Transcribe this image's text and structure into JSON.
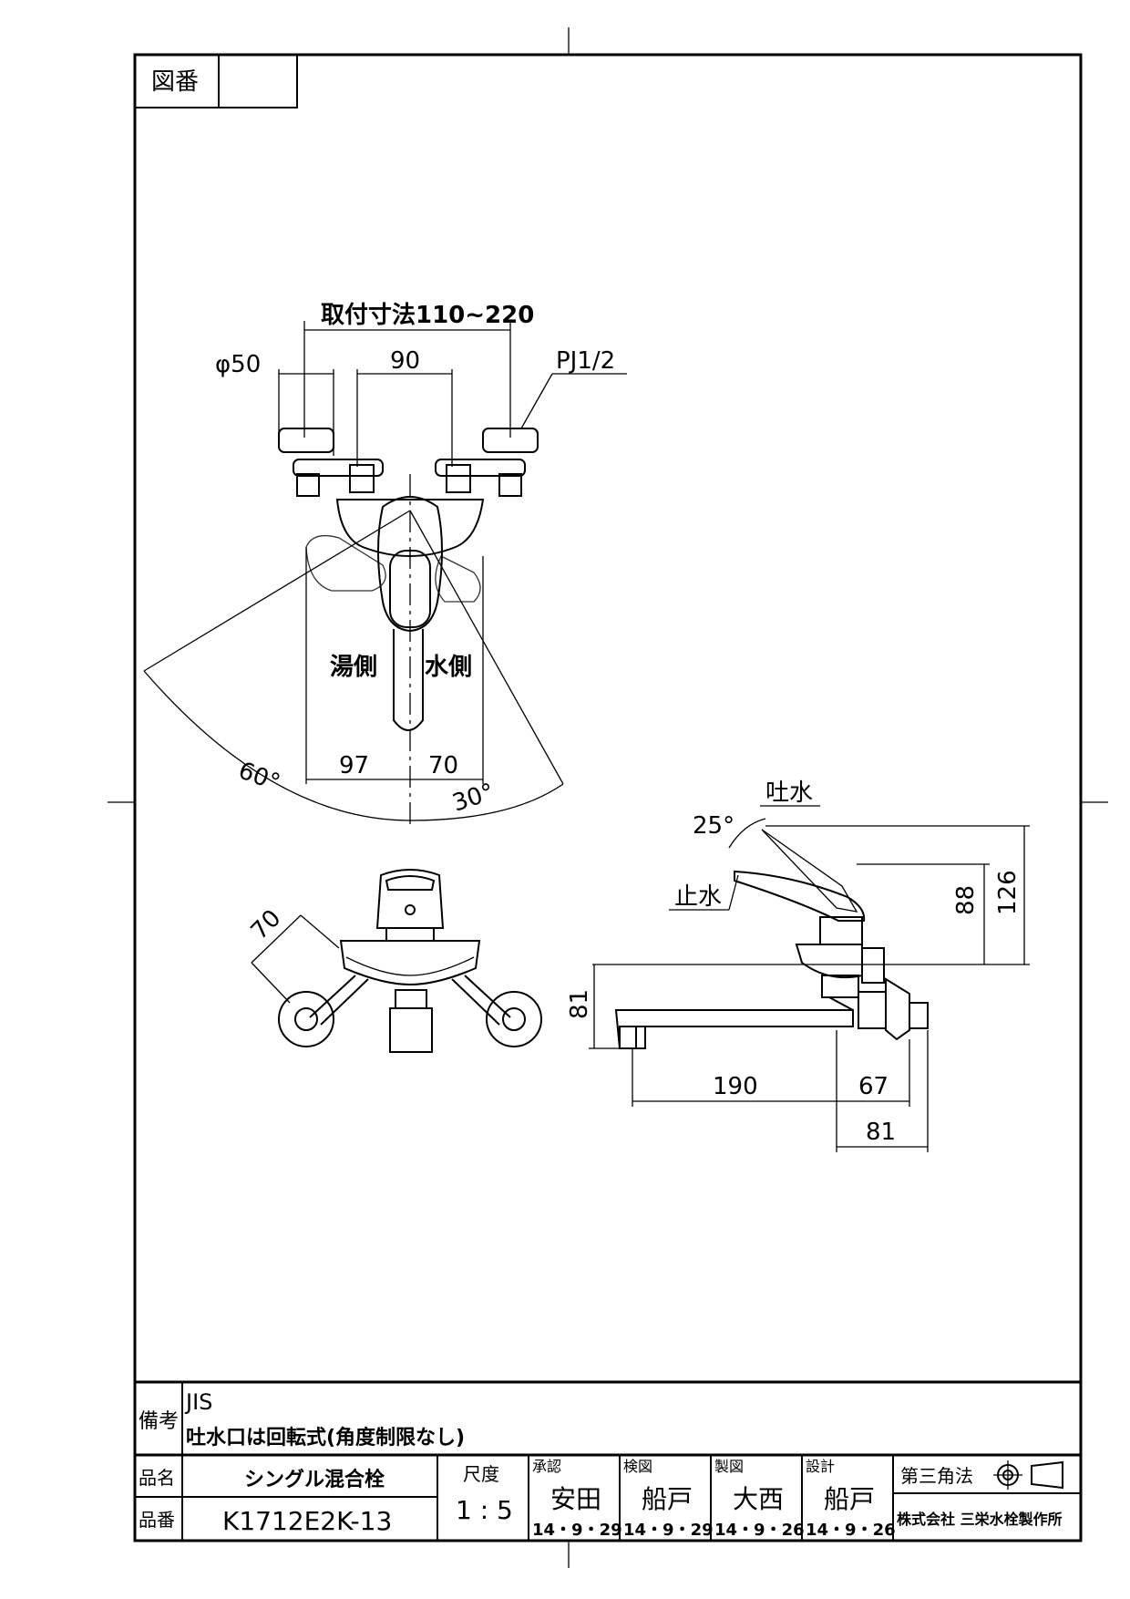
{
  "drawing_number_label": "図番",
  "drawing_number_value": "",
  "top_view": {
    "mounting_range": "取付寸法110~220",
    "diameter": "φ50",
    "dim_90": "90",
    "thread": "PJ1/2",
    "hot_side": "湯側",
    "cold_side": "水側",
    "dim_97": "97",
    "dim_70": "70",
    "angle_60": "60°",
    "angle_30": "30°"
  },
  "front_view": {
    "dim_70": "70"
  },
  "side_view": {
    "water_out": "吐水",
    "water_stop": "止水",
    "angle_25": "25°",
    "dim_88": "88",
    "dim_126": "126",
    "dim_81_v": "81",
    "dim_190": "190",
    "dim_67": "67",
    "dim_81_h": "81"
  },
  "title_block": {
    "remarks_label": "備考",
    "remarks_line1": "JIS",
    "remarks_line2": "吐水口は回転式(角度制限なし)",
    "product_name_label": "品名",
    "product_name": "シングル混合栓",
    "product_no_label": "品番",
    "product_no": "K1712E2K-13",
    "scale_label": "尺度",
    "scale_value": "1 : 5",
    "approved_label": "承認",
    "approved_name": "安田",
    "approved_date": "14・9・29",
    "checked_label": "検図",
    "checked_name": "船戸",
    "checked_date": "14・9・29",
    "drawn_label": "製図",
    "drawn_name": "大西",
    "drawn_date": "14・9・26",
    "designed_label": "設計",
    "designed_name": "船戸",
    "designed_date": "14・9・26",
    "projection_label": "第三角法",
    "company": "株式会社 三栄水栓製作所"
  }
}
